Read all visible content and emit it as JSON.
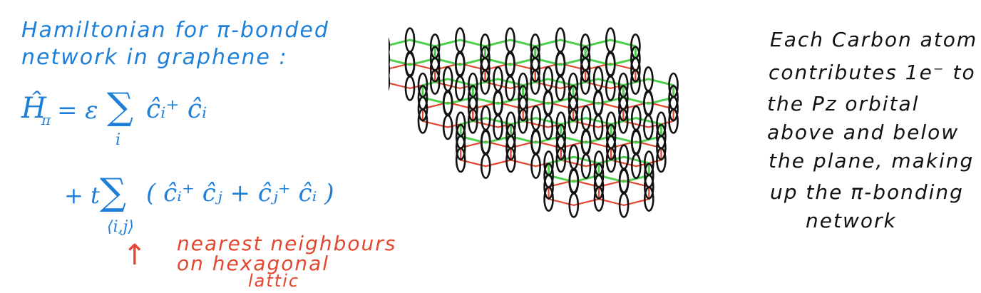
{
  "left_panel": {
    "title_line1": "Hamiltonian for π-bonded",
    "title_line2": "network in graphene :",
    "h_symbol": "Ĥ",
    "h_sub": "π",
    "eq_eps_part": "= ε",
    "sum_sign": "∑",
    "sum1_index": "i",
    "sum1_term": "ĉᵢ⁺ ĉᵢ",
    "plus_t": "+ t",
    "sum2_term": "( ĉᵢ⁺ ĉⱼ  +  ĉⱼ⁺ ĉᵢ )",
    "sum2_index": "⟨i,j⟩",
    "arrow_glyph": "↑",
    "note_line1": "nearest neighbours",
    "note_line2": "on hexagonal",
    "note_line3": "lattic"
  },
  "right_panel": {
    "lines": [
      "Each Carbon atom",
      "contributes 1e⁻ to",
      "the Pz orbital",
      "above and below",
      "the plane, making",
      "up the π-bonding",
      "network"
    ]
  },
  "colors": {
    "blue_ink": "#1e7fd8",
    "red_ink": "#e3462f",
    "green_ink": "#4ccf4c",
    "black_ink": "#111111"
  }
}
